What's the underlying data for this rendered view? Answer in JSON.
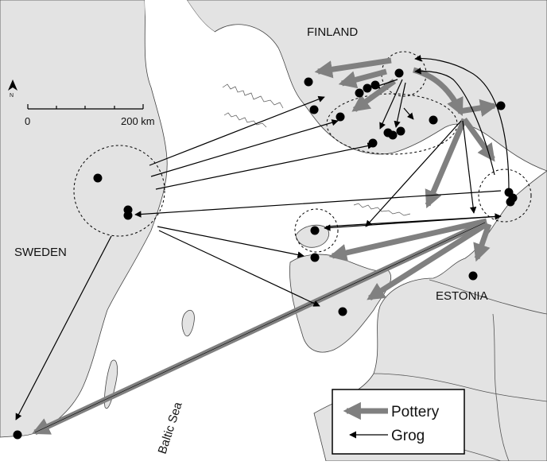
{
  "map": {
    "labels": {
      "finland": "FINLAND",
      "sweden": "SWEDEN",
      "estonia": "ESTONIA",
      "sea": "Baltic Sea"
    },
    "scale_bar": {
      "start": "0",
      "end": "200 km"
    },
    "north_arrow": "N",
    "legend": {
      "pottery": "Pottery",
      "grog": "Grog"
    },
    "colors": {
      "land": "#e3e3e3",
      "sea": "#ffffff",
      "pottery_arrow": "#808080",
      "grog_arrow": "#000000",
      "site": "#000000"
    }
  }
}
